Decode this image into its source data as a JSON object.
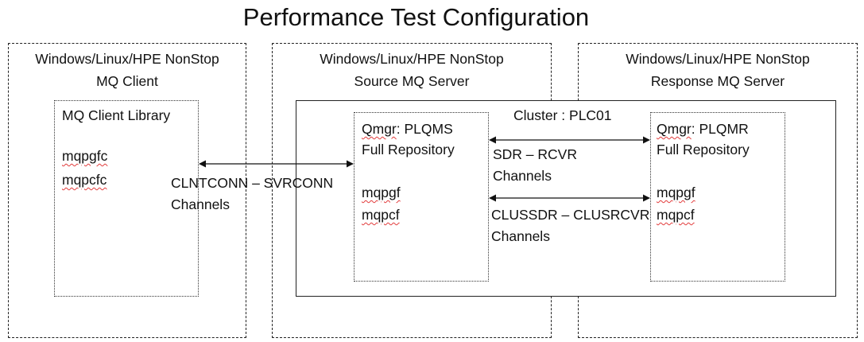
{
  "title": "Performance Test Configuration",
  "client_box": {
    "heading_line1": "Windows/Linux/HPE NonStop",
    "heading_line2": "MQ Client"
  },
  "client_library": {
    "label": "MQ Client Library",
    "items": [
      "mqpgfc",
      "mqpcfc"
    ]
  },
  "source_box": {
    "heading_line1": "Windows/Linux/HPE NonStop",
    "heading_line2": "Source MQ Server"
  },
  "response_box": {
    "heading_line1": "Windows/Linux/HPE NonStop",
    "heading_line2": "Response MQ Server"
  },
  "cluster": {
    "label": "Cluster : PLC01"
  },
  "qmgr_source": {
    "qmgr_prefix": "Qmgr",
    "qmgr_suffix": ": PLQMS",
    "repository": "Full Repository",
    "items": [
      "mqpgf",
      "mqpcf"
    ]
  },
  "qmgr_response": {
    "qmgr_prefix": "Qmgr",
    "qmgr_suffix": ": PLQMR",
    "repository": "Full Repository",
    "items": [
      "mqpgf",
      "mqpcf"
    ]
  },
  "channels": {
    "client_server_line1": "CLNTCONN –  SVRCONN",
    "client_server_line2": "Channels",
    "sdr_rcvr_line1": "SDR – RCVR",
    "sdr_rcvr_line2": "Channels",
    "cluster_line1": "CLUSSDR – CLUSRCVR",
    "cluster_line2": "Channels"
  }
}
